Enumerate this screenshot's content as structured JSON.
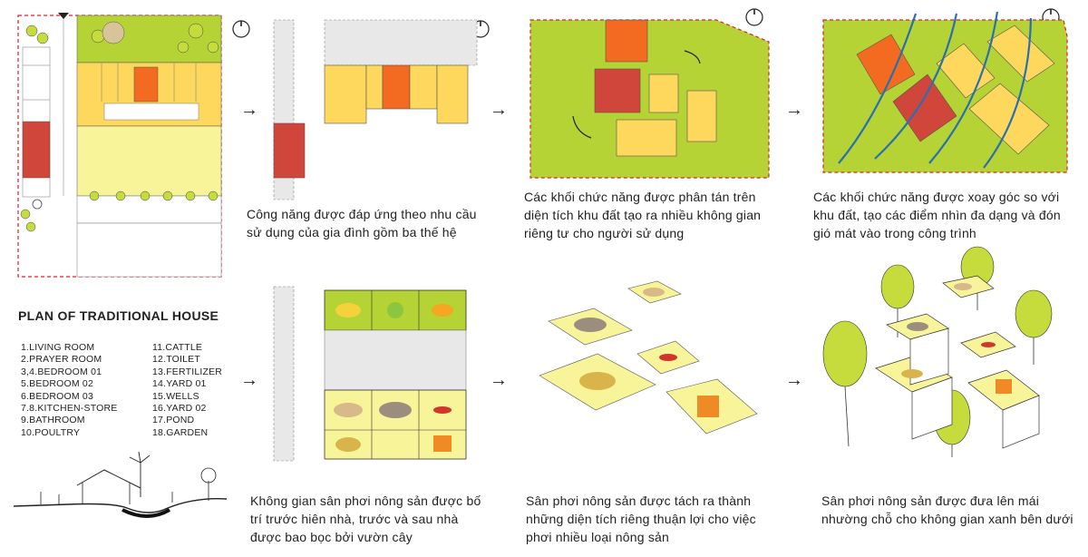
{
  "plan": {
    "title": "PLAN OF TRADITIONAL HOUSE",
    "legend_left": [
      "1.LIVING ROOM",
      "2.PRAYER ROOM",
      "3,4.BEDROOM 01",
      "5.BEDROOM 02",
      "6.BEDROOM 03",
      "7.8.KITCHEN-STORE",
      "9.BATHROOM",
      "10.POULTRY"
    ],
    "legend_right": [
      "11.CATTLE",
      "12.TOILET",
      "13.FERTILIZER",
      "14.YARD 01",
      "15.WELLS",
      "16.YARD 02",
      "17.POND",
      "18.GARDEN"
    ]
  },
  "captions": {
    "step1": "Công năng được đáp ứng theo nhu cầu sử dụng của gia đình gồm ba thế hệ",
    "step2": "Các khối chức năng được phân tán trên diện tích khu đất tạo ra nhiều không gian riêng tư cho người sử dụng",
    "step3": "Các khối chức năng được xoay góc so với khu đất, tạo các điểm nhìn đa dạng và đón gió mát vào trong công trình",
    "step4": "Không gian sân phơi nông sản được bố trí trước hiên nhà, trước và sau nhà được bao bọc bởi vườn cây",
    "step5": "Sân phơi nông sản được tách ra thành những diện tích riêng thuận lợi cho việc phơi nhiều loại nông sản",
    "step6": "Sân phơi nông sản được đưa lên mái nhường chỗ cho không gian xanh bên dưới"
  },
  "arrows": {
    "glyph": "→"
  },
  "colors": {
    "green": "#b5d334",
    "light_yellow": "#f8f49a",
    "yellow": "#fdd85d",
    "orange": "#f26b21",
    "red": "#d0463a",
    "boundary": "#e0202a",
    "wind": "#2a6fb0",
    "tree": "#c6dc3c"
  }
}
